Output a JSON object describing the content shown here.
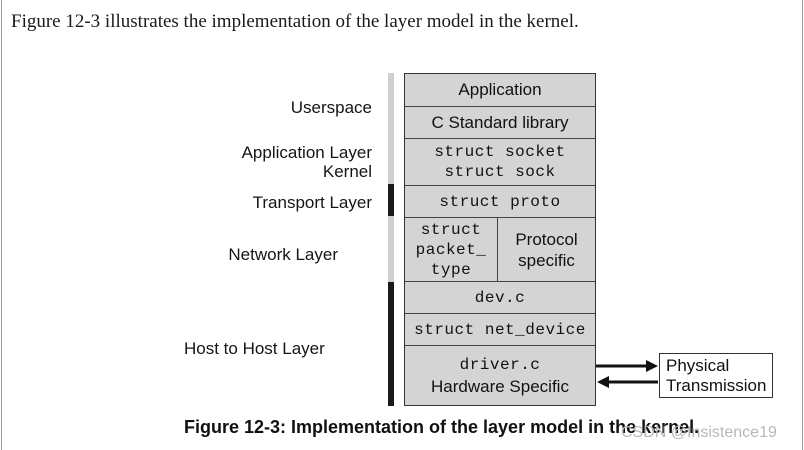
{
  "intro_text": "Figure 12-3 illustrates the implementation of the layer model in the kernel.",
  "layer_labels": {
    "userspace": "Userspace",
    "application_layer": "Application Layer",
    "kernel": "Kernel",
    "transport_layer": "Transport Layer",
    "network_layer": "Network Layer",
    "host_to_host_layer": "Host to Host Layer"
  },
  "stack": {
    "application": "Application",
    "c_standard_library": "C Standard library",
    "struct_socket": "struct socket",
    "struct_sock": "struct sock",
    "struct_proto": "struct proto",
    "packet_type_line1": "struct",
    "packet_type_line2": "packet_",
    "packet_type_line3": "type",
    "protocol_specific_line1": "Protocol",
    "protocol_specific_line2": "specific",
    "dev_c": "dev.c",
    "struct_net_device": "struct net_device",
    "driver_c": "driver.c",
    "hardware_specific": "Hardware Specific"
  },
  "physical_transmission": {
    "line1": "Physical",
    "line2": "Transmission"
  },
  "caption": "Figure 12-3: Implementation of the layer model in the kernel.",
  "watermark": "CSDN @Insistence19",
  "colors": {
    "box_fill": "#d4d4d4",
    "bar_light": "#cfcfcf",
    "bar_dark": "#1a1a1a",
    "watermark": "#b8b8b8"
  }
}
